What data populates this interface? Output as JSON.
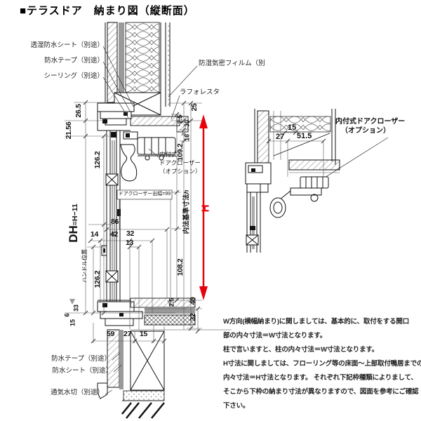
{
  "title": "■テラスドア　納まり図（縦断面）",
  "colors": {
    "accent_red": "#e8000d",
    "line": "#111111",
    "gray_fill": "#9a9a9a"
  },
  "callouts": {
    "toushitsu_sheet": "透湿防水シート（別途）",
    "bousui_tape_top": "防水テープ（別途）",
    "sealing": "シーリング（別途）",
    "boushitsu_film": "防湿気密フィルム（別",
    "raforesuta": "ラフォレスタ",
    "closer_l1": "内付式",
    "closer_l2": "ドアクローザー",
    "closer_l3": "（オプション）",
    "closer_depth": "ドアクローザー出幅=99",
    "bousui_tape_btm": "防水テープ（別途）",
    "bousui_sheet_btm": "防水シート（別途）",
    "tsuuki_mizukiri": "通気水切（別途）"
  },
  "labels": {
    "h_arrow": "H",
    "dh_main": "DH",
    "dh_sub": "=H−11",
    "naihou_main": "内法基準寸法",
    "naihou_h": "h",
    "handle_pos": "ハンドル位置"
  },
  "dims": {
    "d26_5": "26.5",
    "d21_56": "21.56",
    "d126_2a": "126.2",
    "d126_2b": "126.2",
    "d86": "86",
    "d14": "14",
    "d42": "42",
    "d32": "32",
    "d13": "13",
    "d33": "33",
    "d6": "6",
    "d15l": "15",
    "d59": "59",
    "d27b": "27",
    "d15b": "15",
    "d2_5t": "2.5",
    "d30": "30",
    "d25": "25",
    "d16": "16",
    "d109_2": "109.2",
    "d108_2": "108.2",
    "d2_5b": "2.5",
    "d40": "40",
    "d32r": "32"
  },
  "detail": {
    "label_l1": "内付式ドアクローザー",
    "label_l2": "（オプション）",
    "d15": "15",
    "d27": "27",
    "d51_5": "51.5"
  },
  "notes": {
    "lines": [
      "W方向(横幅納まり)に関しましては、基本的に、取付をする開口",
      "部の内々寸法＝W寸法となります。",
      "柱で言いますと、柱の内々寸法＝W寸法となります。",
      "H寸法に関しましては、フローリング等の床面～上部取付鴨居までの",
      "内々寸法＝H寸法となります。 それぞれ下記枠種類によりまして、",
      "そこから下枠の納まり寸法が異なりますので、図面を参考にご確認",
      "下さい。"
    ]
  }
}
